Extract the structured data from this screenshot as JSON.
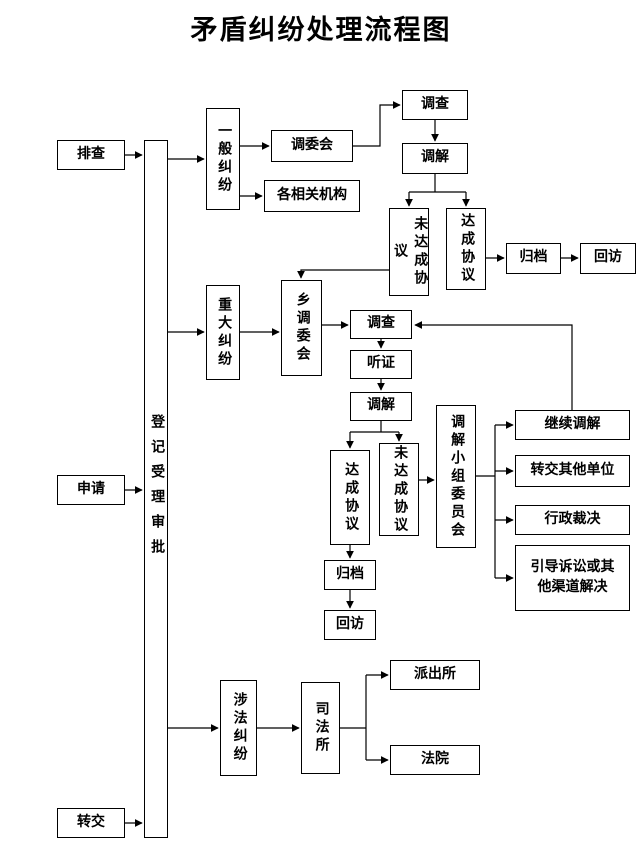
{
  "title": "矛盾纠纷处理流程图",
  "nodes": {
    "screening": "排查",
    "application": "申请",
    "transfer": "转交",
    "registration": "登记受理审批",
    "general_dispute": "一般纠纷",
    "mediation_committee": "调委会",
    "related_agencies": "各相关机构",
    "investigation1": "调查",
    "mediation1": "调解",
    "no_agreement1": "未达成协议",
    "agreement1": "达成协议",
    "archive1": "归档",
    "follow_up1": "回访",
    "major_dispute": "重大纠纷",
    "township_committee": "乡调委会",
    "investigation2": "调查",
    "hearing": "听证",
    "mediation2": "调解",
    "agreement2": "达成协议",
    "no_agreement2": "未达成协议",
    "archive2": "归档",
    "follow_up2": "回访",
    "group_committee": "调解小组委员会",
    "continue_mediation": "继续调解",
    "transfer_other": "转交其他单位",
    "admin_ruling": "行政裁决",
    "litigation": "引导诉讼或其他渠道解决",
    "legal_dispute": "涉法纠纷",
    "justice_office": "司法所",
    "police_station": "派出所",
    "court": "法院"
  },
  "colors": {
    "line": "#000000",
    "box_border": "#000000",
    "background": "#ffffff",
    "text": "#000000"
  }
}
